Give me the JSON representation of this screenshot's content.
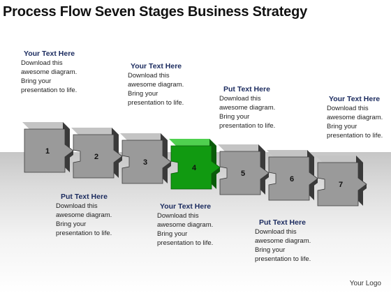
{
  "title": "Process Flow Seven Stages Business Strategy",
  "colors": {
    "piece_front": "#9a9a9a",
    "piece_top": "#c4c4c4",
    "piece_side": "#3a3a3a",
    "highlight_front": "#119a11",
    "highlight_top": "#4fd04f",
    "highlight_side": "#0a5c0a",
    "heading": "#1a2a5e"
  },
  "stages": [
    {
      "number": "1",
      "highlighted": false
    },
    {
      "number": "2",
      "highlighted": false
    },
    {
      "number": "3",
      "highlighted": false
    },
    {
      "number": "4",
      "highlighted": true
    },
    {
      "number": "5",
      "highlighted": false
    },
    {
      "number": "6",
      "highlighted": false
    },
    {
      "number": "7",
      "highlighted": false
    }
  ],
  "text_blocks": [
    {
      "heading": "Your Text Here",
      "body": "Download this awesome diagram. Bring your presentation to life."
    },
    {
      "heading": "Put Text Here",
      "body": "Download this awesome diagram. Bring your presentation to life."
    },
    {
      "heading": "Your Text Here",
      "body": "Download this awesome diagram. Bring your presentation to life."
    },
    {
      "heading": "Your Text Here",
      "body": "Download this awesome diagram. Bring your presentation to life."
    },
    {
      "heading": "Put Text Here",
      "body": "Download this awesome diagram. Bring your presentation to life."
    },
    {
      "heading": "Put Text Here",
      "body": "Download this awesome diagram. Bring your presentation to life."
    },
    {
      "heading": "Your Text Here",
      "body": "Download this awesome diagram. Bring your presentation to life."
    }
  ],
  "logo": "Your Logo"
}
